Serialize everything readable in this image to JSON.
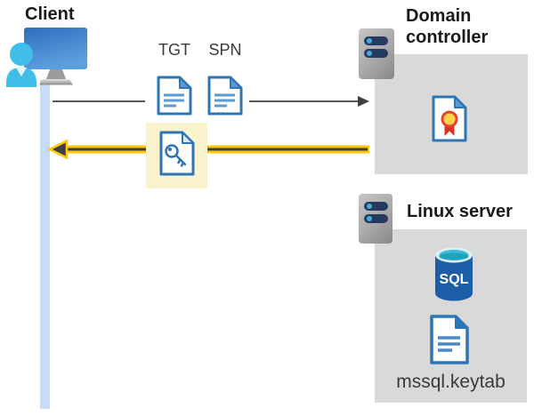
{
  "client": {
    "label": "Client"
  },
  "flow": {
    "tgt_label": "TGT",
    "spn_label": "SPN"
  },
  "domain_controller": {
    "label": "Domain controller"
  },
  "linux_server": {
    "label": "Linux server",
    "sql_label": "SQL",
    "keytab_label": "mssql.keytab"
  },
  "icons": {
    "client": "workstation-user-icon",
    "tgt": "document-icon",
    "spn": "document-icon",
    "key": "key-document-icon",
    "certificate": "certificate-document-icon",
    "server": "server-icon",
    "database": "sql-database-icon",
    "keytab": "document-icon"
  },
  "colors": {
    "accent_yellow": "#ffc800",
    "highlight_yellow_bg": "#fbf3cd",
    "box_gray": "#d9d9d9",
    "doc_blue": "#2e75b6",
    "doc_blue_light": "#5b9bd5",
    "person_cyan": "#3fbee8",
    "client_bar_blue": "#c7dcf6",
    "arrow_gray": "#595959",
    "arrowhead_dark": "#3f3f3f",
    "server_navy": "#243a5e",
    "server_dot_blue": "#45aadf",
    "sql_blue": "#1c5fa8",
    "sql_teal": "#38bcd9",
    "seal_gold": "#ffd34d",
    "seal_red": "#d93025",
    "text_dark": "#1a1a1a",
    "text_gray": "#3a3a3a"
  }
}
